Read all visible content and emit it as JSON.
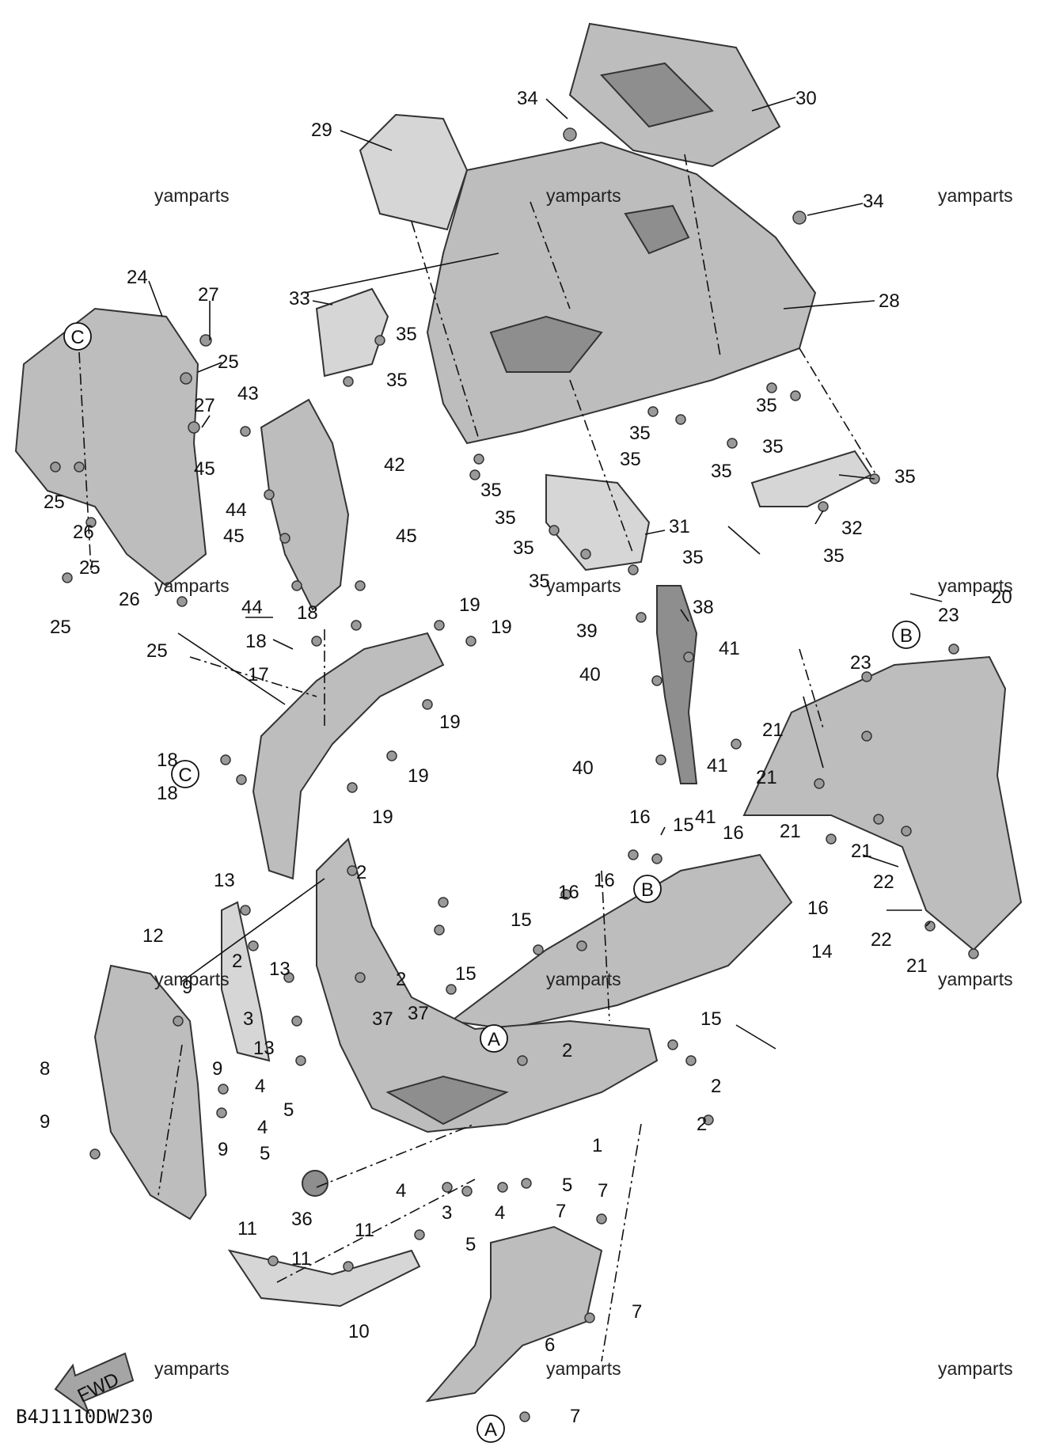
{
  "diagram_code": "B4J1110DW230",
  "watermark": "yamparts",
  "fwd_label": "FWD",
  "ref_letters": {
    "a": "A",
    "b": "B",
    "c": "C"
  },
  "callouts": [
    "1",
    "2",
    "3",
    "4",
    "5",
    "6",
    "7",
    "8",
    "9",
    "10",
    "11",
    "12",
    "13",
    "14",
    "15",
    "16",
    "17",
    "18",
    "19",
    "20",
    "21",
    "22",
    "23",
    "24",
    "25",
    "26",
    "27",
    "28",
    "29",
    "30",
    "31",
    "32",
    "33",
    "34",
    "35",
    "36",
    "37",
    "38",
    "39",
    "40",
    "41",
    "42",
    "43",
    "44",
    "45"
  ]
}
